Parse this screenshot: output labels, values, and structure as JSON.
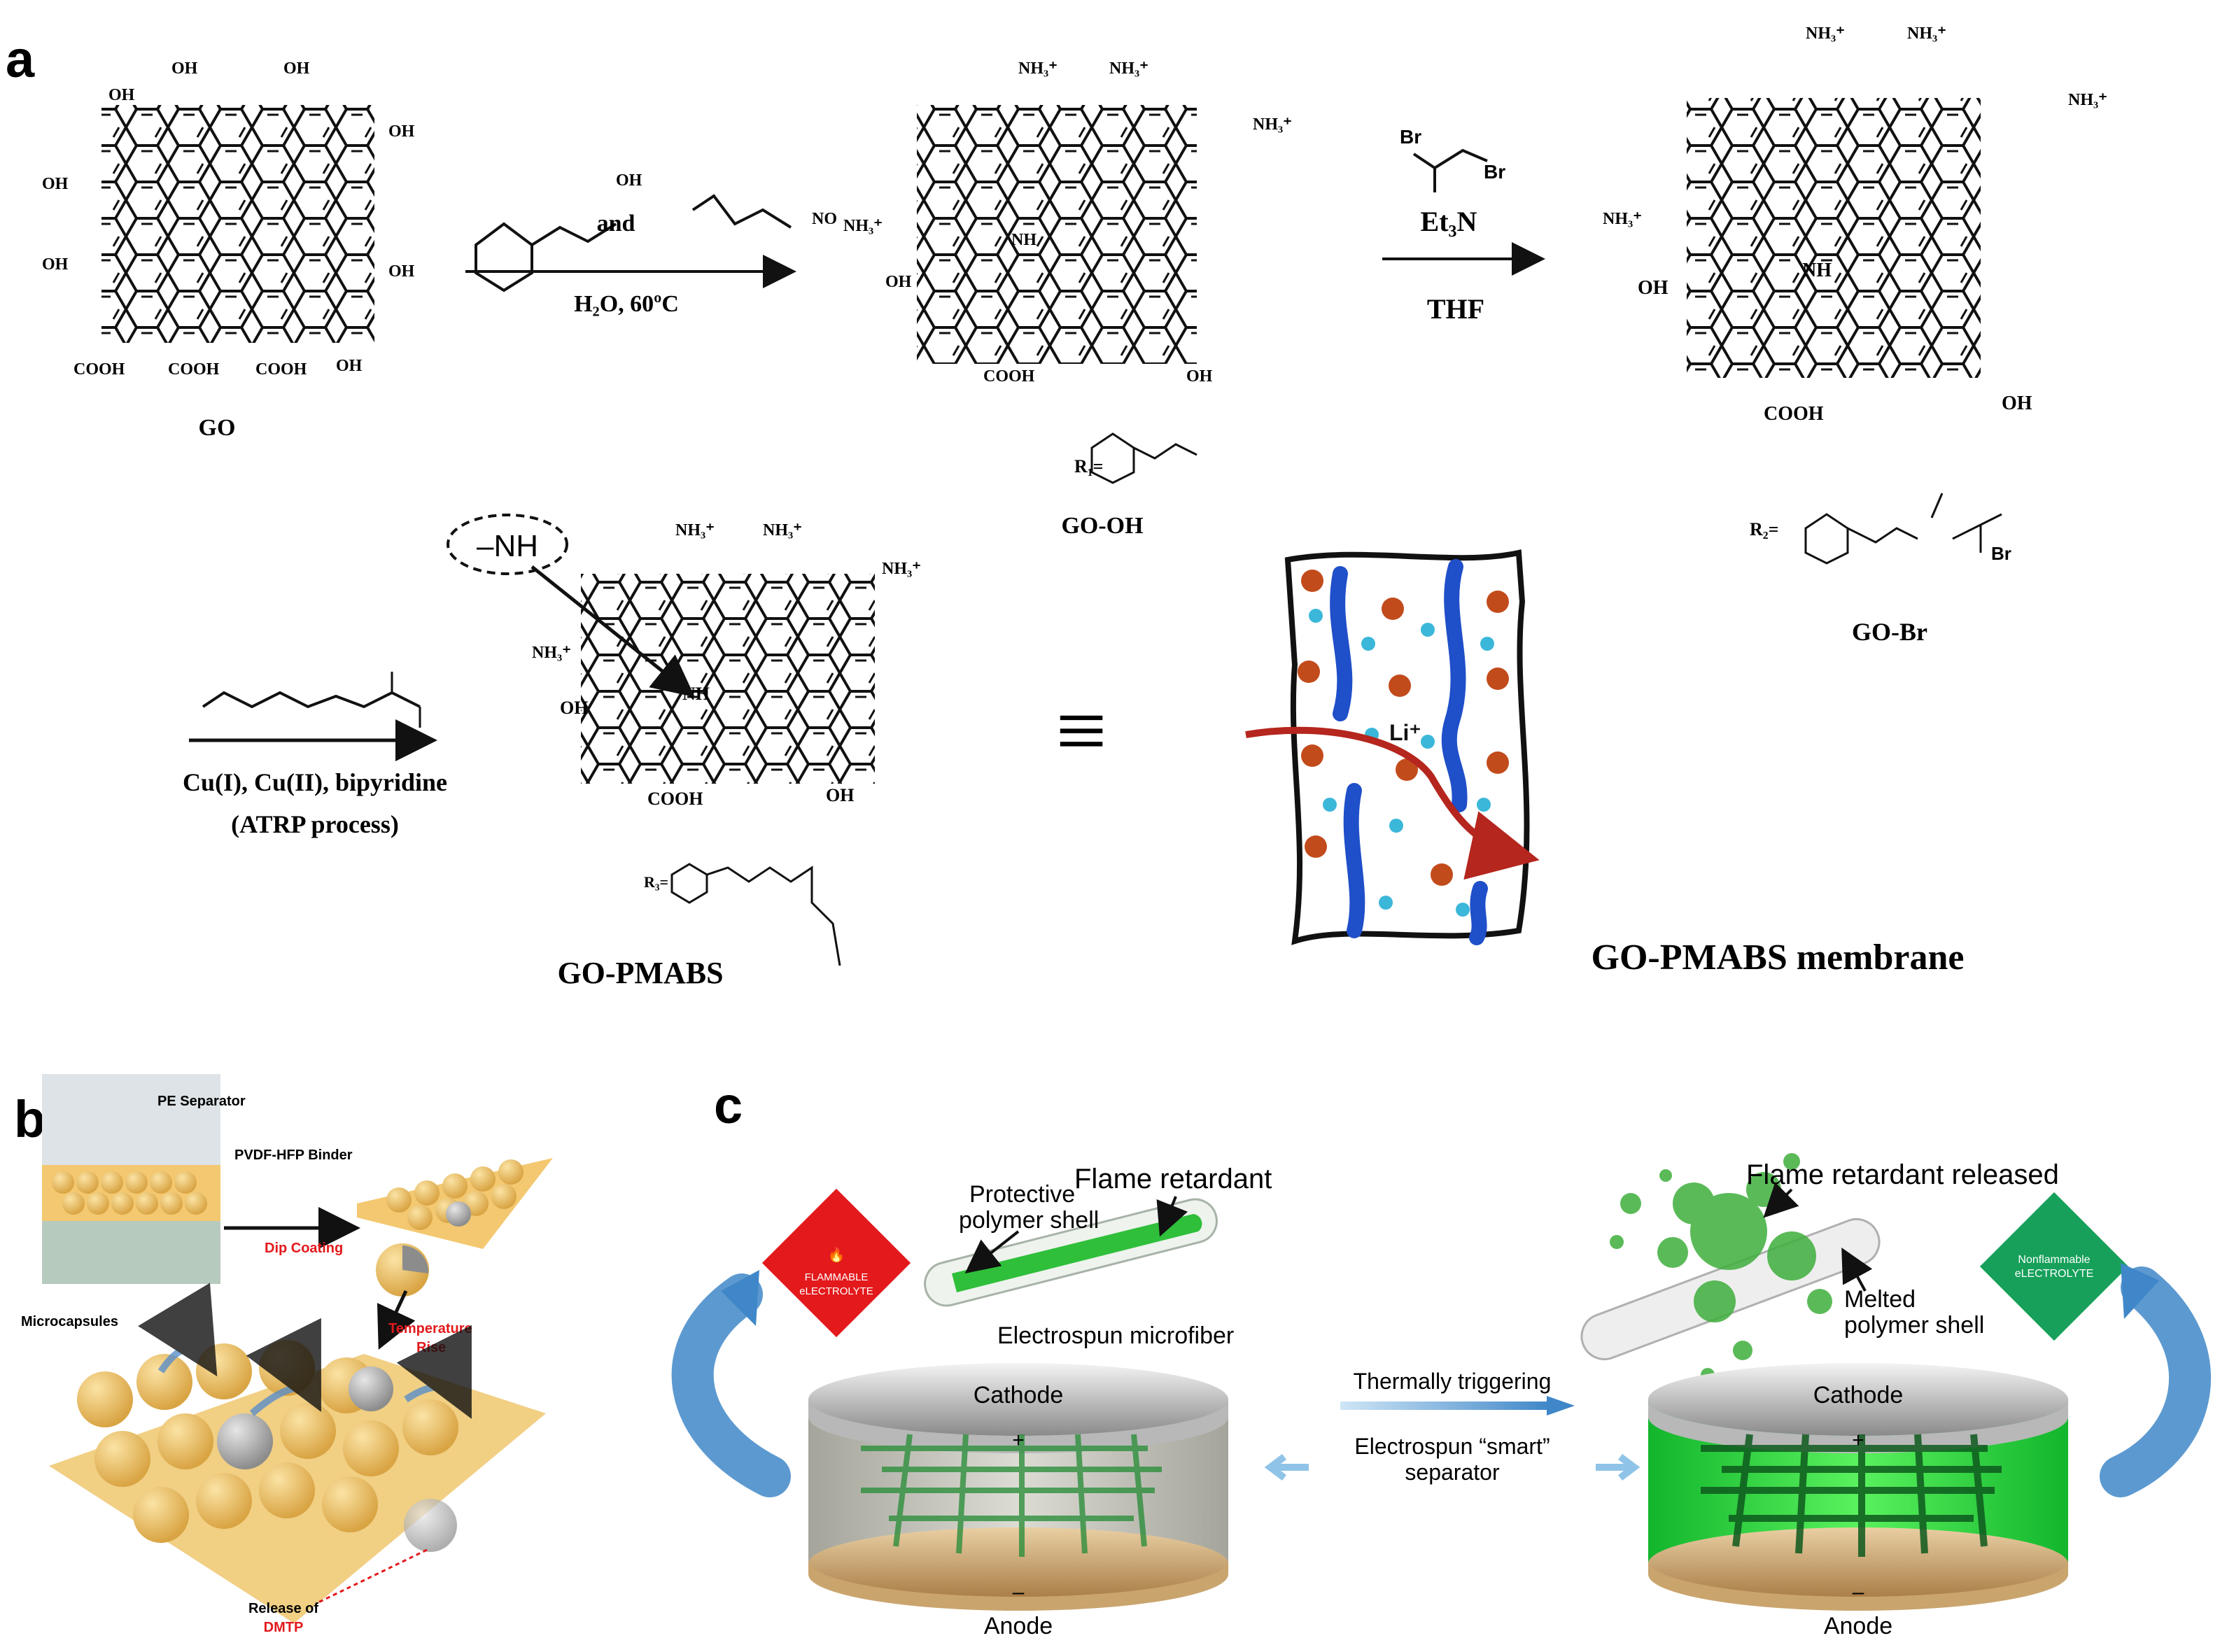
{
  "panel_a": {
    "label": "a",
    "go": {
      "name": "GO"
    },
    "step1": {
      "reagent_join": "and",
      "conditions": "H₂O, 60ºC",
      "nitrite": "NO"
    },
    "go_oh": {
      "name": "GO-OH",
      "r_def": "R₁="
    },
    "step2": {
      "base": "Et₃N",
      "solvent": "THF"
    },
    "go_br": {
      "name": "GO-Br",
      "r_def": "R₂="
    },
    "step3": {
      "line1": "Cu(I), Cu(II), bipyridine",
      "line2": "(ATRP process)"
    },
    "go_pmabs": {
      "name": "GO-PMABS",
      "callout": "–NH",
      "r_def": "R₃="
    },
    "equals": "≡",
    "membrane": {
      "ion": "Li⁺",
      "name": "GO-PMABS membrane"
    },
    "groups": {
      "oh": "OH",
      "cooh": "COOH",
      "nh3": "NH₃⁺",
      "nh": "NH",
      "br": "Br"
    }
  },
  "panel_b": {
    "label": "b",
    "pe_separator": "PE Separator",
    "binder": "PVDF-HFP Binder",
    "dip_coating": "Dip Coating",
    "microcapsules": "Microcapsules",
    "temperature": "Temperature",
    "rise": "Rise",
    "release_of": "Release of",
    "dmtp": "DMTP"
  },
  "panel_c": {
    "label": "c",
    "protective_1": "Protective",
    "protective_2": "polymer shell",
    "flame_retardant": "Flame retardant",
    "microfiber": "Electrospun microfiber",
    "flammable_1": "FLAMMABLE",
    "flammable_2": "eLECTROLYTE",
    "cathode": "Cathode",
    "anode": "Anode",
    "plus": "+",
    "minus": "–",
    "thermal": "Thermally triggering",
    "smart_1": "Electrospun “smart”",
    "smart_2": "separator",
    "released": "Flame retardant released",
    "melted_1": "Melted",
    "melted_2": "polymer shell",
    "nonflammable_1": "Nonflammable",
    "nonflammable_2": "eLECTROLYTE"
  },
  "colors": {
    "accent_red": "#e3191c",
    "accent_green": "#16a05a",
    "channel_blue": "#1f4fc9",
    "arrow_blue": "#3f87c8",
    "electrolyte_green": "#22c03a",
    "capsule_yellow": "#f0c66a"
  }
}
